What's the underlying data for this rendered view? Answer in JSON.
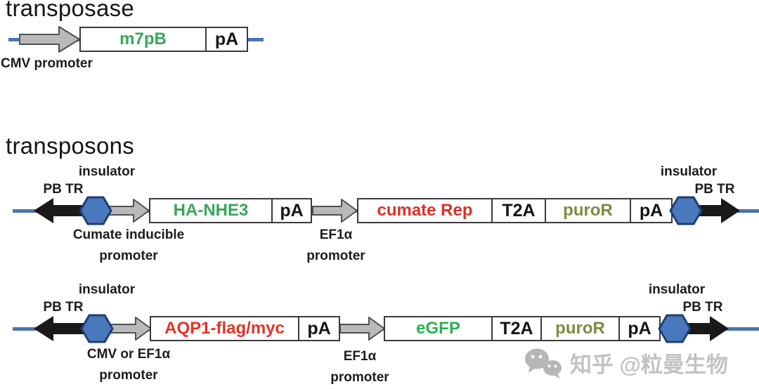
{
  "transposase_section": {
    "title": "transposase",
    "promoter_label": "CMV promoter",
    "promoter_arrow_icon": "promoter-arrow-icon",
    "genes": [
      {
        "label": "m7pB",
        "color": "#3aa55c"
      },
      {
        "label": "pA",
        "color": "#141414"
      }
    ]
  },
  "transposons_section": {
    "title": "transposons",
    "rows": [
      {
        "left_insulator_label": "insulator",
        "left_pb_tr_label": "PB TR",
        "right_insulator_label": "insulator",
        "right_pb_tr_label": "PB TR",
        "promoter_caption_line1": "Cumate inducible",
        "promoter_caption_line2": "promoter",
        "mid_promoter_caption_line1": "EF1α",
        "mid_promoter_caption_line2": "promoter",
        "genes": [
          {
            "label": "HA-NHE3",
            "color": "#3aa55c"
          },
          {
            "label": "pA",
            "color": "#141414"
          },
          {
            "label": "cumate Rep",
            "color": "#d93228"
          },
          {
            "label": "T2A",
            "color": "#141414"
          },
          {
            "label": "puroR",
            "color": "#7d8b42"
          },
          {
            "label": "pA",
            "color": "#141414"
          }
        ]
      },
      {
        "left_insulator_label": "insulator",
        "left_pb_tr_label": "PB TR",
        "right_insulator_label": "insulator",
        "right_pb_tr_label": "PB TR",
        "promoter_caption_line1": "CMV or EF1α",
        "promoter_caption_line2": "promoter",
        "mid_promoter_caption_line1": "EF1α",
        "mid_promoter_caption_line2": "promoter",
        "genes": [
          {
            "label": "AQP1-flag/myc",
            "color": "#e23428"
          },
          {
            "label": "pA",
            "color": "#141414"
          },
          {
            "label": "eGFP",
            "color": "#2eb150"
          },
          {
            "label": "T2A",
            "color": "#141414"
          },
          {
            "label": "puroR",
            "color": "#7d8b42"
          },
          {
            "label": "pA",
            "color": "#141414"
          }
        ]
      }
    ]
  },
  "watermark": {
    "icon": "wechat-icon",
    "text": "知乎 @粒曼生物"
  },
  "colors": {
    "backbone_line": "#4c74ae",
    "insulator_fill": "#4a78bd",
    "insulator_border": "#1e3f74",
    "promoter_arrow_fill": "#b9b9b9",
    "promoter_arrow_border": "#4f4f4f",
    "pb_tr_arrow": "#191919",
    "box_border": "#3b3b3b",
    "watermark_gray": "#b3b3b3"
  }
}
